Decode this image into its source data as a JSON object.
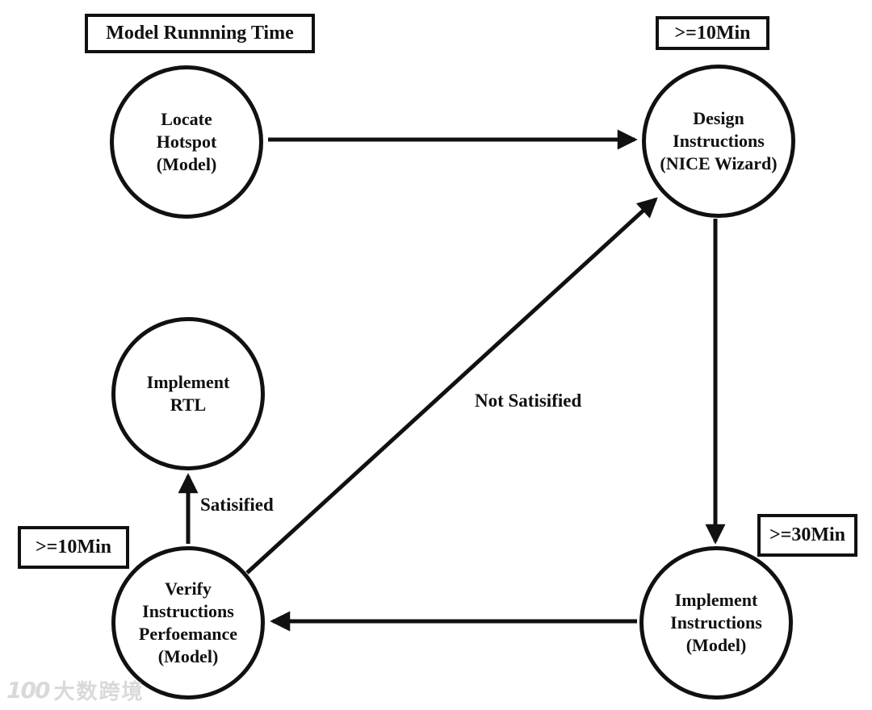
{
  "diagram": {
    "legend_box": "Model Runnning Time",
    "time_boxes": {
      "design": ">=10Min",
      "verify": ">=10Min",
      "implement": ">=30Min"
    },
    "nodes": {
      "locate_hotspot": "Locate\nHotspot\n(Model)",
      "design_instructions": "Design\nInstructions\n(NICE Wizard)",
      "implement_rtl": "Implement\nRTL",
      "verify_instructions": "Verify\nInstructions\nPerfoemance\n(Model)",
      "implement_instructions": "Implement\nInstructions\n(Model)"
    },
    "edge_labels": {
      "not_satisfied": "Not Satisified",
      "satisfied": "Satisified"
    }
  },
  "watermark": {
    "logo": "100",
    "text": "大数跨境"
  }
}
